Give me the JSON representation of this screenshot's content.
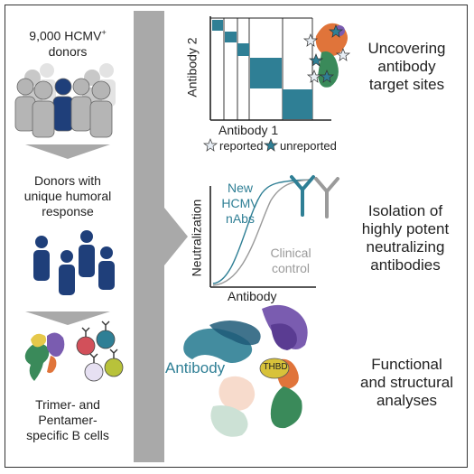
{
  "left_panel": {
    "donors_count": "9,000 HCMV",
    "donors_sup": "+",
    "donors_word": "donors",
    "unique_line1": "Donors with",
    "unique_line2": "unique humoral",
    "unique_line3": "response",
    "bcells_line1": "Trimer- and",
    "bcells_line2": "Pentamer-",
    "bcells_line3": "specific B cells"
  },
  "matrix_panel": {
    "y_label": "Antibody 2",
    "x_label": "Antibody 1",
    "legend_reported": "reported",
    "legend_unreported": "unreported",
    "title_line1": "Uncovering",
    "title_line2": "antibody",
    "title_line3": "target sites"
  },
  "curve_panel": {
    "y_label": "Neutralization",
    "x_label": "Antibody",
    "new_line1": "New",
    "new_line2": "HCMV",
    "new_line3": "nAbs",
    "clinical_line1": "Clinical",
    "clinical_line2": "control",
    "title_line1": "Isolation of",
    "title_line2": "highly potent",
    "title_line3": "neutralizing",
    "title_line4": "antibodies"
  },
  "structure_panel": {
    "antibody_label": "Antibody",
    "thbd_label": "THBD",
    "title_line1": "Functional",
    "title_line2": "and structural",
    "title_line3": "analyses"
  },
  "colors": {
    "teal": "#2f7f95",
    "navy": "#1f3f7a",
    "gray": "#9a9a9a",
    "orange": "#e0743a",
    "green": "#3a8a5a",
    "purple": "#7a5cb0",
    "yellow": "#d8c23a"
  }
}
